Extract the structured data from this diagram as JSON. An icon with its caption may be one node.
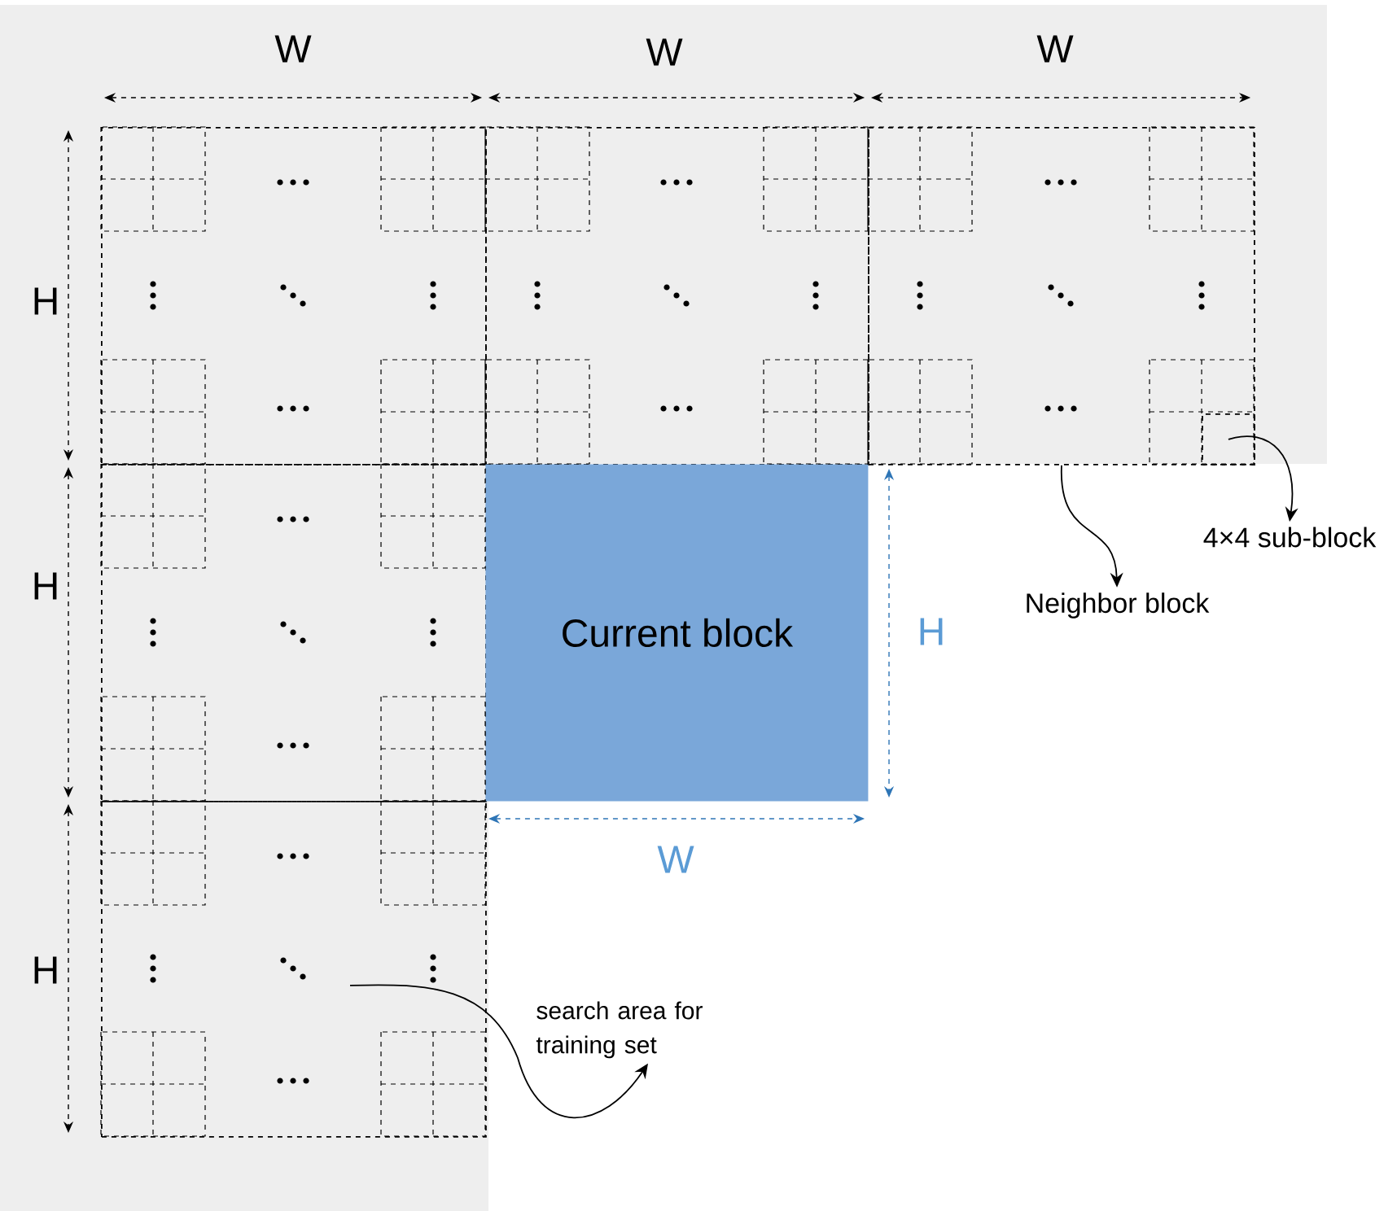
{
  "diagram": {
    "nodes": [
      {
        "text": [],
        "shape": "box"
      },
      {
        "text": [],
        "shape": "box",
        "in": 0
      },
      {
        "text": [],
        "shape": "box",
        "in": 0
      },
      {
        "text": [],
        "shape": "box",
        "in": 0
      },
      {
        "text": [],
        "shape": "box",
        "in": 0
      },
      {
        "text": [],
        "shape": "box",
        "in": 0
      },
      {
        "text": [],
        "shape": "box",
        "in": 3
      },
      {
        "text": [
          "Current block"
        ]
      },
      {
        "text": [
          "Neighbor block"
        ]
      },
      {
        "text": [
          "4×4 sub-block"
        ]
      },
      {
        "text": [
          "search area for training set"
        ]
      }
    ],
    "edges": [
      {
        "from": 3,
        "to": 8,
        "arrow": "to"
      },
      {
        "from": 6,
        "to": 9,
        "arrow": "to"
      },
      {
        "from": 0,
        "to": 10,
        "arrow": "to"
      }
    ],
    "labels": [
      "W",
      "W",
      "W",
      "H",
      "H",
      "H",
      "W",
      "H"
    ]
  }
}
